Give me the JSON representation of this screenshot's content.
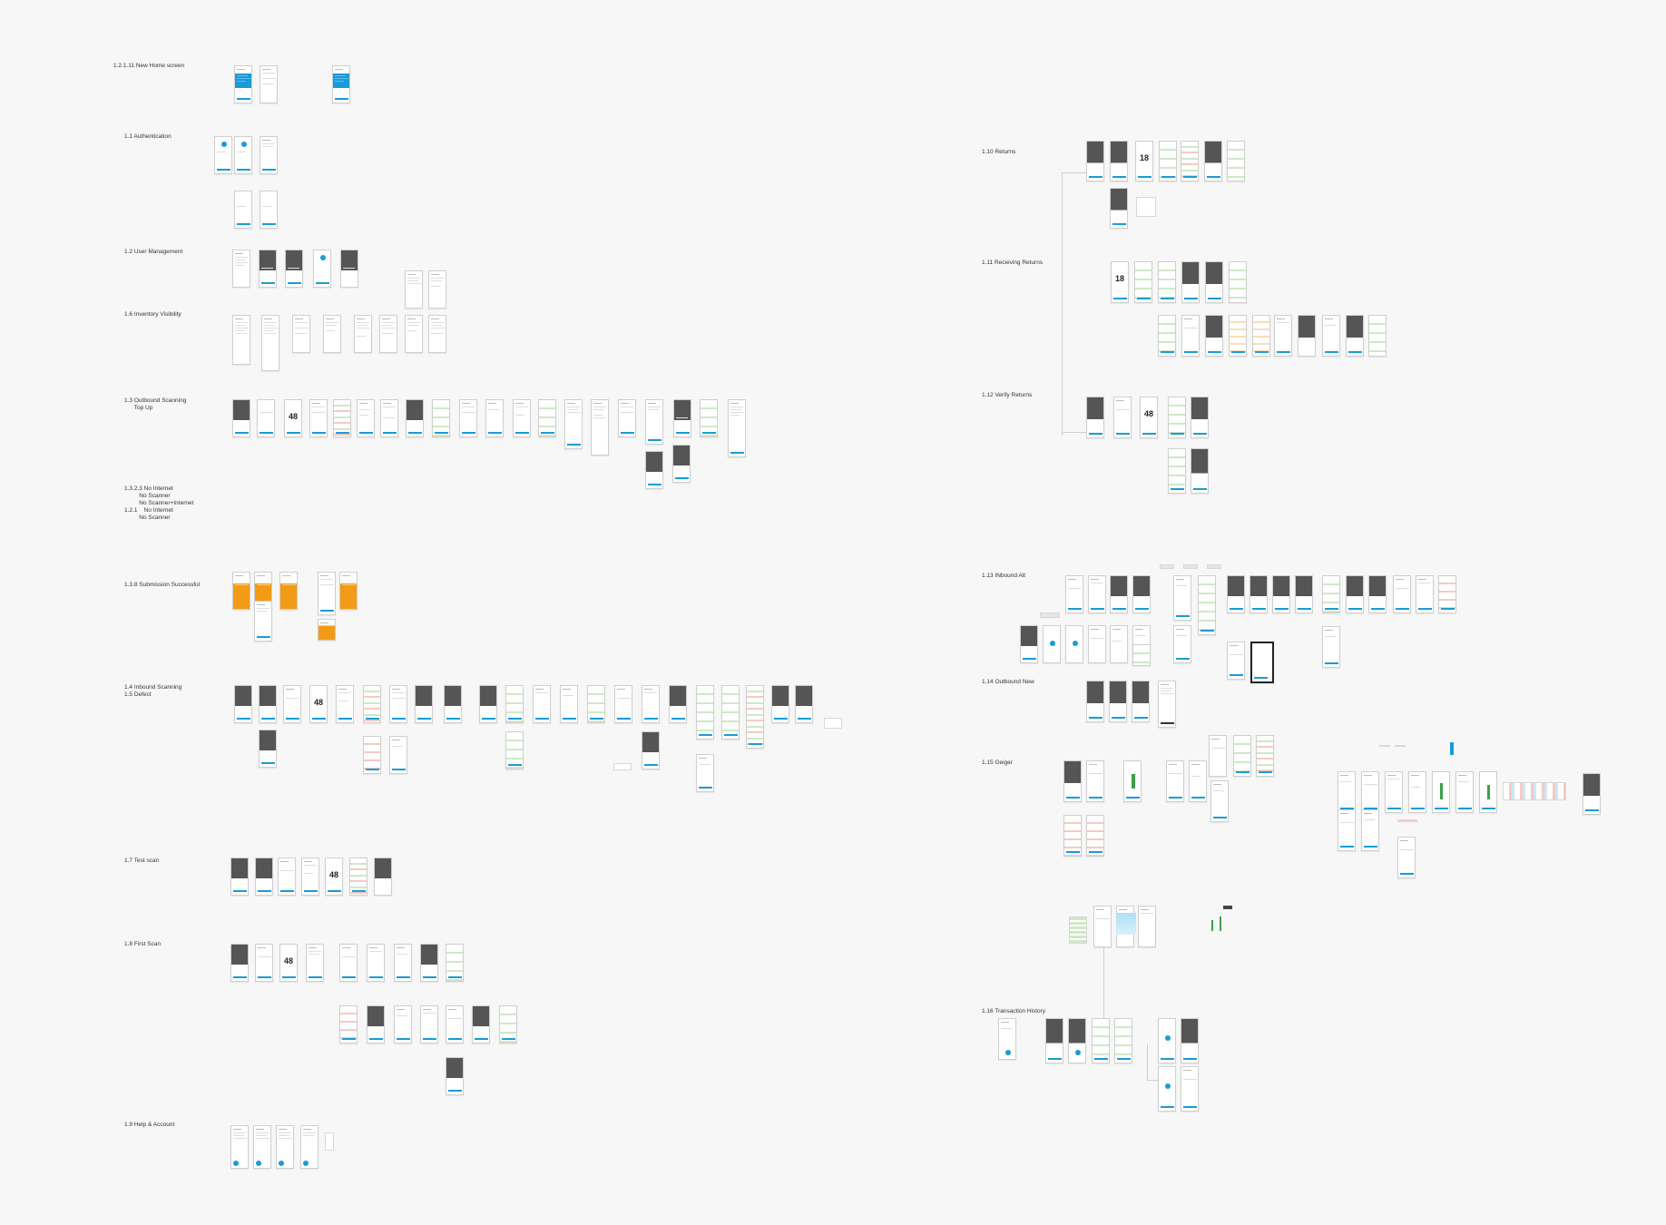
{
  "sections": [
    {
      "id": "s1",
      "label": "1.2.1.11 New Home screen"
    },
    {
      "id": "s2",
      "label": "1.1 Authentication"
    },
    {
      "id": "s3",
      "label": "1.2 User Management"
    },
    {
      "id": "s4",
      "label": "1.6 Inventory Visibility"
    },
    {
      "id": "s5",
      "label": "1.3 Outbound Scanning\n      Top Up"
    },
    {
      "id": "s6",
      "label": "1.3.2.3 No Internet\n         No Scanner\n         No Scanner+Internet\n1.2.1    No Internet\n         No Scanner"
    },
    {
      "id": "s7",
      "label": "1.3.8 Submission Successful"
    },
    {
      "id": "s8",
      "label": "1.4 Inbound Scanning\n1.5 Defect"
    },
    {
      "id": "s9",
      "label": "1.7 Test scan"
    },
    {
      "id": "s10",
      "label": "1.8 First Scan"
    },
    {
      "id": "s11",
      "label": "1.9 Help & Account"
    },
    {
      "id": "s12",
      "label": "1.10 Returns"
    },
    {
      "id": "s13",
      "label": "1.11 Receiving Returns"
    },
    {
      "id": "s14",
      "label": "1.12 Verify Returns"
    },
    {
      "id": "s15",
      "label": "1.13 INbound Alt"
    },
    {
      "id": "s16",
      "label": "1.14 Outbound New"
    },
    {
      "id": "s17",
      "label": "1.15 Geiger"
    },
    {
      "id": "s18",
      "label": "1.16 Transaction History"
    }
  ],
  "counters": {
    "n48": "48",
    "n18": "18"
  },
  "colors": {
    "accent": "#1a9bd7",
    "warning": "#f39a16",
    "success": "#3aa04a",
    "error": "#f6c9c4",
    "dark": "#555555",
    "canvas": "#f7f7f7"
  }
}
